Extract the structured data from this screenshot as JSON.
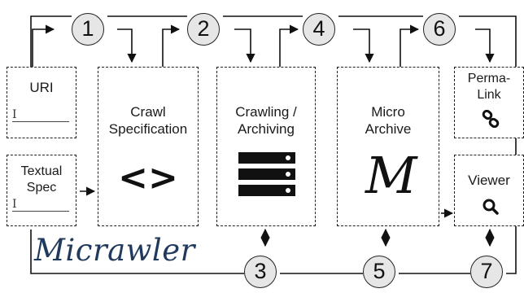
{
  "inputs": {
    "uri_label": "URI",
    "textual_label": "Textual\nSpec",
    "cursor_glyph": "I"
  },
  "boxes": {
    "crawl_spec_label": "Crawl\nSpecification",
    "crawl_spec_glyph": "<>",
    "crawling_label": "Crawling /\nArchiving",
    "micro_archive_label": "Micro\nArchive",
    "micro_archive_glyph": "M",
    "permalink_label": "Perma-\nLink",
    "viewer_label": "Viewer"
  },
  "steps": [
    "1",
    "2",
    "3",
    "4",
    "5",
    "6",
    "7"
  ],
  "logo": {
    "text": "Micrawler"
  },
  "icons": {
    "crawl_spec": "code-brackets-icon",
    "crawling": "server-rack-icon",
    "micro_archive": "script-m-icon",
    "permalink": "chain-link-icon",
    "viewer": "magnifier-icon"
  },
  "colors": {
    "logo": "#1f3a5c",
    "circle_fill": "#e6e6e6",
    "stroke": "#222222"
  }
}
